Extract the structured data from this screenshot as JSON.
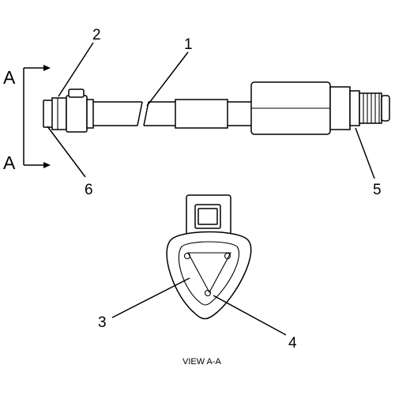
{
  "callouts": {
    "c1": "1",
    "c2": "2",
    "c3": "3",
    "c4": "4",
    "c5": "5",
    "c6": "6"
  },
  "section": {
    "top_letter": "A",
    "bottom_letter": "A"
  },
  "view_label": "VIEW A-A"
}
